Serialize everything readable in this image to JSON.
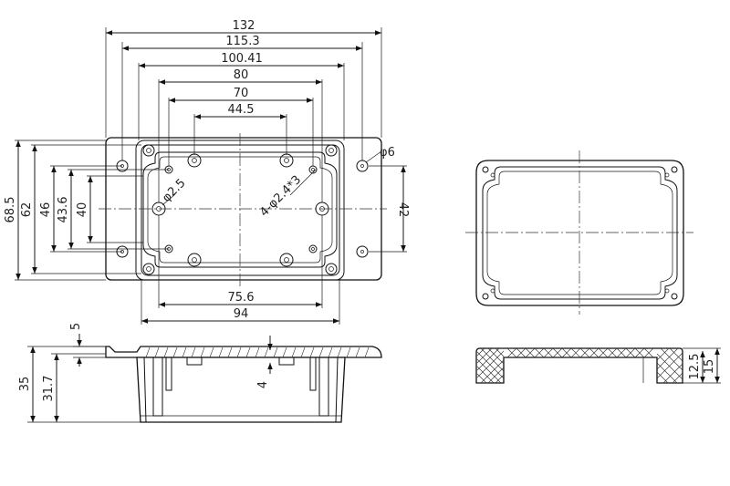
{
  "top_view": {
    "dims_horizontal": [
      "132",
      "115.3",
      "100.41",
      "80",
      "70",
      "44.5",
      "75.6",
      "94"
    ],
    "dims_vertical": [
      "68.5",
      "62",
      "46",
      "43.6",
      "40",
      "42"
    ],
    "hole_notes": [
      "φ6",
      "φ2.5",
      "4-φ2.4*3"
    ]
  },
  "side_view": {
    "dims": [
      "5",
      "35",
      "31.7",
      "4"
    ]
  },
  "end_view": {
    "dims": [
      "12.5",
      "15"
    ]
  }
}
